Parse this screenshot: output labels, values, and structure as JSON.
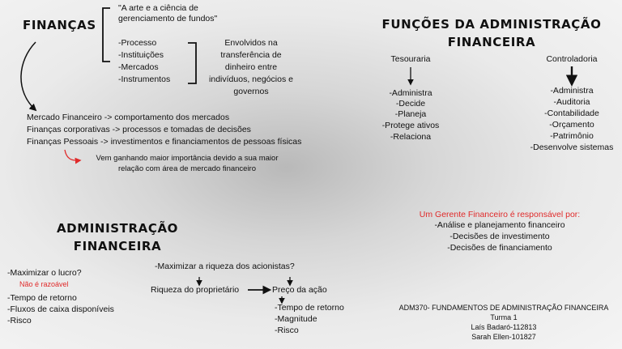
{
  "financas": {
    "title": "FINANÇAS",
    "definition": [
      "\"A arte e a ciência de",
      "gerenciamento de fundos\""
    ],
    "items": [
      "-Processo",
      "-Instituições",
      "-Mercados",
      "-Instrumentos"
    ],
    "involved": [
      "Envolvidos na",
      "transferência de",
      "dinheiro entre",
      "indivíduos, negócios e",
      "governos"
    ],
    "areas": [
      "Mercado Financeiro -> comportamento dos mercados",
      "Finanças corporativas -> processos e tomadas de decisões",
      "Finanças Pessoais -> investimentos e financiamentos de pessoas físicas"
    ],
    "note": [
      "Vem ganhando maior importância devido a sua maior",
      "relação com área de mercado financeiro"
    ]
  },
  "funcoes": {
    "title": [
      "FUNÇÕES DA ADMINISTRAÇÃO",
      "FINANCEIRA"
    ],
    "tesouraria": {
      "label": "Tesouraria",
      "items": [
        "-Administra",
        "-Decide",
        "-Planeja",
        "-Protege ativos",
        "-Relaciona"
      ]
    },
    "controladoria": {
      "label": "Controladoria",
      "items": [
        "-Administra",
        "-Auditoria",
        "-Contabilidade",
        "-Orçamento",
        "-Patrimônio",
        "-Desenvolve sistemas"
      ]
    }
  },
  "gerente": {
    "title": "Um Gerente Financeiro é responsável por:",
    "items": [
      "-Análise e planejamento financeiro",
      "-Decisões de investimento",
      "-Decisões de financiamento"
    ]
  },
  "adm": {
    "title": [
      "ADMINISTRAÇÃO",
      "FINANCEIRA"
    ],
    "lucro": "-Maximizar o lucro?",
    "nao": "Não é razoável",
    "lucro_items": [
      "-Tempo de retorno",
      "-Fluxos de caixa disponíveis",
      "-Risco"
    ],
    "riqueza": "-Maximizar a riqueza dos acionistas?",
    "riqueza_prop": "Riqueza do proprietário",
    "preco": "Preço da ação",
    "preco_items": [
      "-Tempo de retorno",
      "-Magnitude",
      "-Risco"
    ]
  },
  "footer": [
    "ADM370- FUNDAMENTOS DE ADMINISTRAÇÃO FINANCEIRA",
    "Turma 1",
    "Laís Badaró-112813",
    "Sarah Ellen-101827"
  ],
  "colors": {
    "accent_red": "#e02a2a",
    "text": "#111111"
  }
}
